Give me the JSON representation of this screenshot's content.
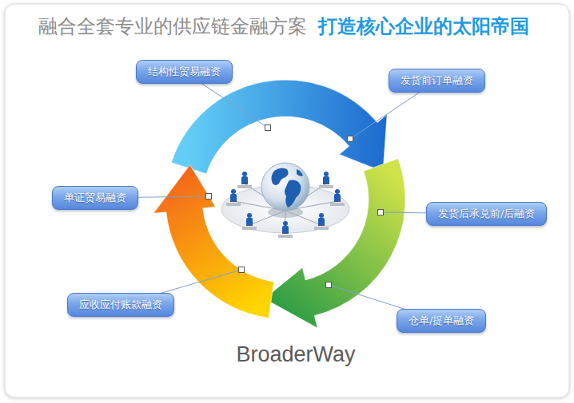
{
  "diagram": {
    "title": "融合全套专业的供应链金融方案",
    "nodes": [
      {
        "text": [
          "结构性贸易融资"
        ]
      },
      {
        "text": [
          "发货前订单融资"
        ]
      },
      {
        "text": [
          "单证贸易融资"
        ]
      },
      {
        "text": [
          "发货后承兑前/后融资"
        ]
      },
      {
        "text": [
          "应收应付账款融资"
        ]
      },
      {
        "text": [
          "仓单/提单融资"
        ]
      }
    ],
    "labels": [
      "打造核心企业的太阳帝国",
      "BroaderWay"
    ]
  }
}
